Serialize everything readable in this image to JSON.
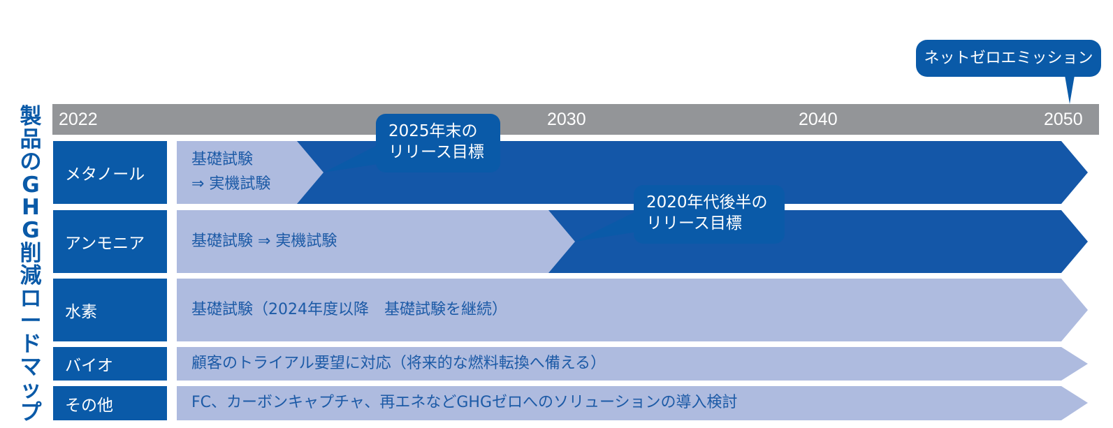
{
  "title": {
    "vertical_text": [
      "製",
      "品",
      "の",
      "G",
      "H",
      "G",
      "削",
      "減",
      "ロ",
      "ー",
      "ド",
      "マ",
      "ッ",
      "プ"
    ],
    "full": "製品のGHG削減ロードマップ"
  },
  "timeline": {
    "years": [
      "2022",
      "2030",
      "2040",
      "2050"
    ]
  },
  "rows": [
    {
      "label": "メタノール",
      "text_line1": "基礎試験",
      "text_line2": "⇒ 実機試験"
    },
    {
      "label": "アンモニア",
      "text": "基礎試験 ⇒ 実機試験"
    },
    {
      "label": "水素",
      "text": "基礎試験（2024年度以降　基礎試験を継続）"
    },
    {
      "label": "バイオ",
      "text": "顧客のトライアル要望に対応（将来的な燃料転換へ備える）"
    },
    {
      "label": "その他",
      "text": "FC、カーボンキャプチャ、再エネなどGHGゼロへのソリューションの導入検討"
    }
  ],
  "callouts": {
    "methanol_line1": "2025年末の",
    "methanol_line2": "リリース目標",
    "ammonia_line1": "2020年代後半の",
    "ammonia_line2": "リリース目標",
    "net_zero": "ネットゼロエミッション"
  },
  "colors": {
    "brand_blue": "#0a5aa8",
    "light_bar": "#aebbdf",
    "mid_bar": "#7a8fc7",
    "dark_bar_end": "#1457a8",
    "timeline_gray": "#939598",
    "text_blue": "#1c5aa6"
  }
}
